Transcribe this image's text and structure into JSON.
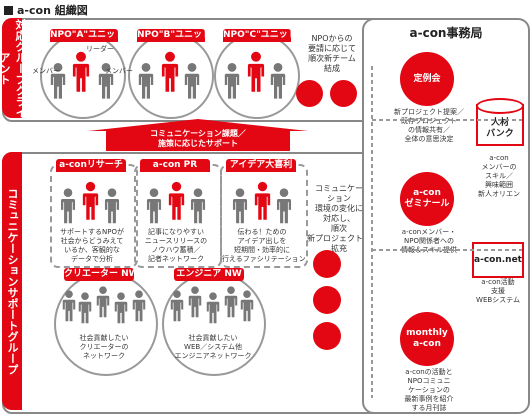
{
  "title": "a-con 組織図",
  "side_labels": {
    "top": "対応グループクライアント",
    "bottom": "コミュニケーションサポートグループ"
  },
  "units": [
    {
      "tab": "NPO\"A\"ユニット"
    },
    {
      "tab": "NPO\"B\"ユニット"
    },
    {
      "tab": "NPO\"C\"ユニット"
    }
  ],
  "unit_labels": {
    "leader": "リーダー",
    "member_left": "メンバー",
    "member_right": "メンバー"
  },
  "npo_note": "NPOからの\n要請に応じて\n順次新チーム\n結成",
  "arrow_text": "コミュニケーション課題／\n施策に応じたサポート",
  "support_teams": [
    {
      "tab": "a-conリサーチ",
      "desc": "サポートするNPOが\n社会からどうみえて\nいるか、客観的な\nデータで分析"
    },
    {
      "tab": "a-con PR",
      "desc": "記事になりやすい\nニュースリリースの\nノウハウ蓄積／\n記者ネットワーク"
    },
    {
      "tab": "アイデア大喜利",
      "desc": "伝わる！ための\nアイデア出しを\n短期間・効率的に\n行えるファシリテーション"
    }
  ],
  "support_note": "コミュニケー\nション\n環境の変化に\n対応し、\n順次\n新プロジェクトを\n拡充",
  "networks": [
    {
      "tab": "クリエーター NW",
      "desc": "社会貢献したい\nクリエーターの\nネットワーク"
    },
    {
      "tab": "エンジニア NW",
      "desc": "社会貢献したい\nWEB／システム他\nエンジニアネットワーク"
    }
  ],
  "office": {
    "title": "a-con事務局",
    "items": [
      {
        "circle": "定例会",
        "desc": "新プロジェクト提案／\n既存プロジェクト\nの情報共有／\n全体の意思決定"
      },
      {
        "circle": "a-con\nゼミナール",
        "desc": "a-conメンバー・\nNPO関係者への\n情報＆スキル提供"
      },
      {
        "circle": "monthly\na-con",
        "desc": "a-conの活動と\nNPOコミュニ\nケーションの\n最新事例を紹介\nする月刊誌"
      }
    ],
    "resources": [
      {
        "label": "人材\nバンク",
        "desc": "a-con\nメンバーの\nスキル／\n興味範囲\n新人オリエン"
      },
      {
        "label": "a-con.net",
        "desc": "a-con活動\n支援\nWEBシステム"
      }
    ]
  },
  "colors": {
    "accent": "#e30613",
    "figure_gray": "#777777",
    "border": "#888888"
  }
}
